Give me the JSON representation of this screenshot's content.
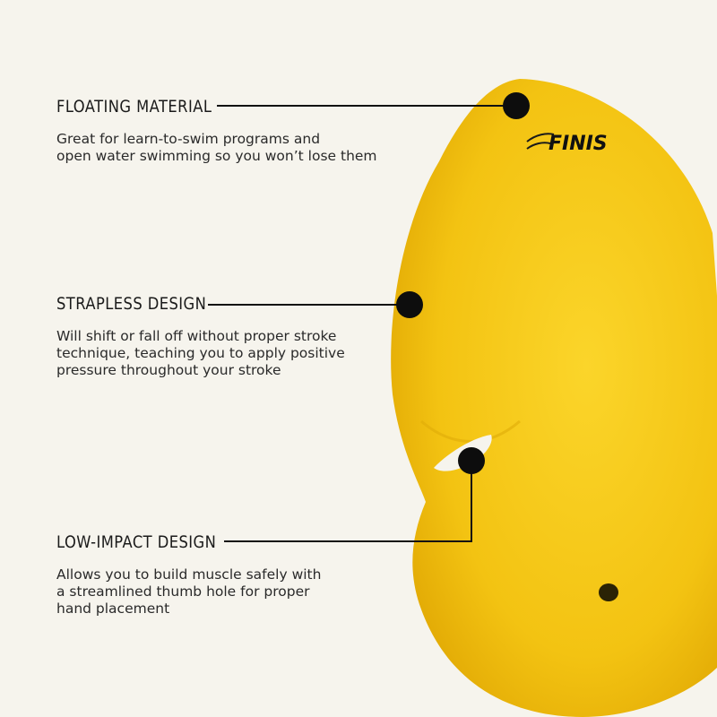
{
  "brand": {
    "logo_text": "FINIS"
  },
  "features": [
    {
      "title": "FLOATING MATERIAL",
      "description": "Great for learn-to-swim programs and\nopen water swimming so you won’t lose them"
    },
    {
      "title": "STRAPLESS DESIGN",
      "description": "Will shift or fall off without proper stroke\ntechnique, teaching you to apply positive\npressure throughout your stroke"
    },
    {
      "title": "LOW-IMPACT DESIGN",
      "description": "Allows you to build muscle safely with\na streamlined thumb hole for proper\nhand placement"
    }
  ],
  "colors": {
    "background": "#f6f4ed",
    "paddle": "#f5c518",
    "marker": "#0d0d0d"
  }
}
